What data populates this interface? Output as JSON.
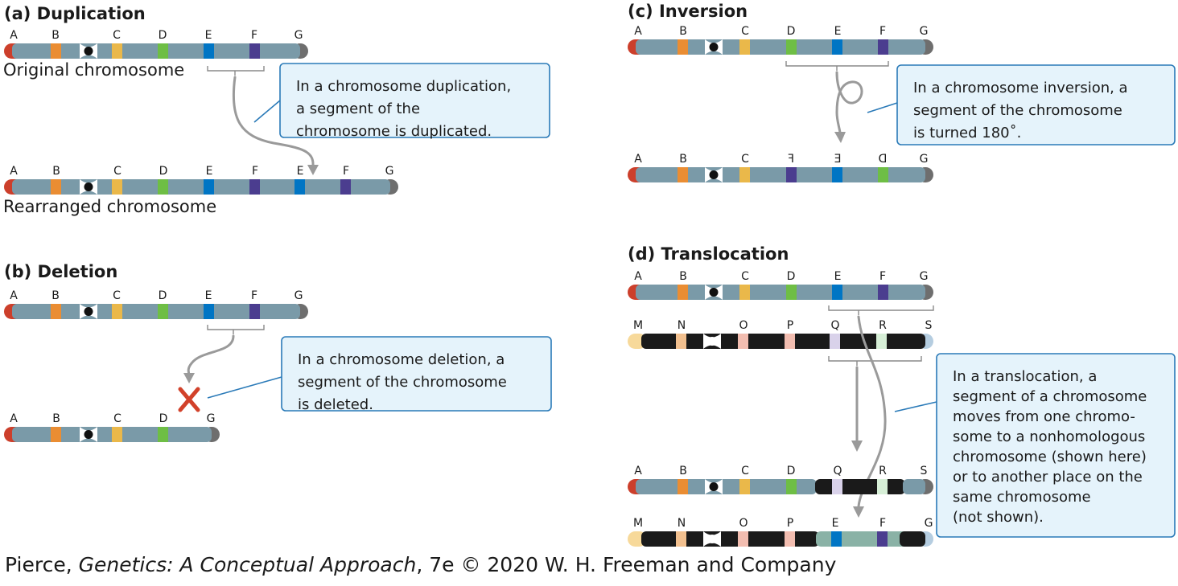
{
  "colors": {
    "gray_segment": "#7a9aa8",
    "dark_segment": "#1a1a1a",
    "cap_red": "#cc3f2b",
    "cap_gray": "#6e6e6e",
    "cap_pale_yellow": "#f7d99a",
    "cap_pale_blue": "#b5cde0",
    "band_orange": "#ea8d33",
    "band_yellow": "#eab84a",
    "band_green": "#6ebe45",
    "band_blue": "#0075c4",
    "band_purple": "#4b3d8f",
    "band_peach": "#f2c08f",
    "band_pink": "#f2bdb0",
    "band_lavender": "#d9d2ea",
    "band_mint": "#d7efd7",
    "translocated_segment": "#8ab2a6",
    "callout_fill": "#e5f3fb",
    "callout_border": "#2a7ab8",
    "arrow": "#9a9a9a",
    "deletion_mark": "#d2412a"
  },
  "panels": {
    "a": {
      "title": "(a) Duplication",
      "original_label": "Original chromosome",
      "rearranged_label": "Rearranged chromosome",
      "original_bands": [
        "A",
        "B",
        "C",
        "D",
        "E",
        "F",
        "G"
      ],
      "rearranged_bands": [
        "A",
        "B",
        "C",
        "D",
        "E",
        "F",
        "E",
        "F",
        "G"
      ],
      "callout_lines": [
        "In a chromosome duplication,",
        "a segment of the",
        "chromosome is duplicated."
      ]
    },
    "b": {
      "title": "(b) Deletion",
      "original_bands": [
        "A",
        "B",
        "C",
        "D",
        "E",
        "F",
        "G"
      ],
      "rearranged_bands": [
        "A",
        "B",
        "C",
        "D",
        "G"
      ],
      "callout_lines": [
        "In a chromosome deletion, a",
        "segment of the chromosome",
        "is deleted."
      ]
    },
    "c": {
      "title": "(c) Inversion",
      "original_bands": [
        "A",
        "B",
        "C",
        "D",
        "E",
        "F",
        "G"
      ],
      "rearranged_bands": [
        "A",
        "B",
        "C",
        "F",
        "E",
        "D",
        "G"
      ],
      "callout_lines": [
        "In a chromosome inversion, a",
        "segment of the chromosome",
        "is turned 180˚."
      ]
    },
    "d": {
      "title": "(d) Translocation",
      "chromosome_1_bands": [
        "A",
        "B",
        "C",
        "D",
        "E",
        "F",
        "G"
      ],
      "chromosome_2_bands": [
        "M",
        "N",
        "O",
        "P",
        "Q",
        "R",
        "S"
      ],
      "result_1_bands": [
        "A",
        "B",
        "C",
        "D",
        "Q",
        "R",
        "S"
      ],
      "result_2_bands": [
        "M",
        "N",
        "O",
        "P",
        "E",
        "F",
        "G"
      ],
      "callout_lines": [
        "In a translocation, a",
        "segment of a chromosome",
        "moves from one chromo-",
        "some to a nonhomologous",
        "chromosome (shown here)",
        "or to another place on the",
        "same chromosome",
        "(not shown)."
      ]
    }
  },
  "credit": {
    "author": "Pierce, ",
    "book_title": "Genetics: A Conceptual Approach",
    "rest": ", 7e © 2020 W. H. Freeman and Company"
  }
}
